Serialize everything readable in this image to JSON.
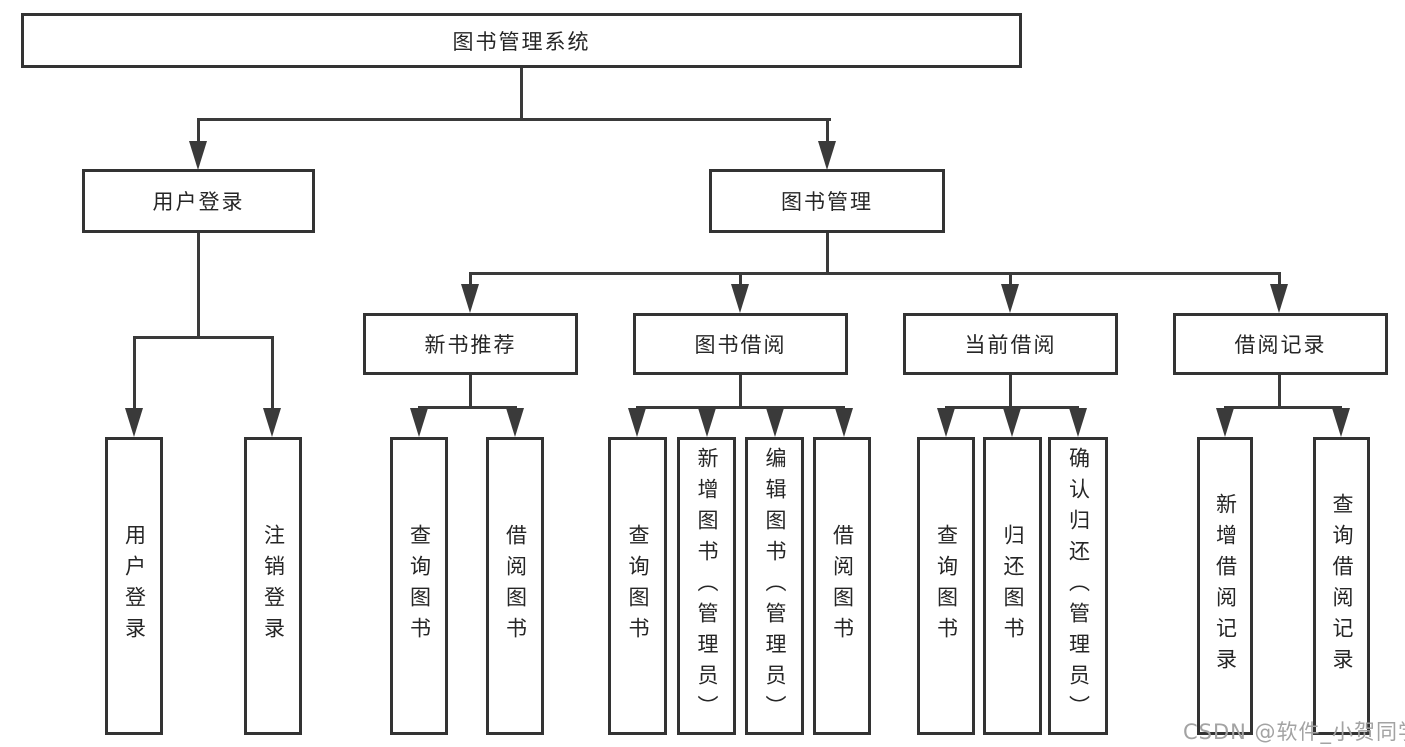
{
  "tree": {
    "root": {
      "label": "图书管理系统"
    },
    "branches": [
      {
        "label": "用户登录",
        "children": [
          {
            "label": "用户登录"
          },
          {
            "label": "注销登录"
          }
        ]
      },
      {
        "label": "图书管理",
        "children": [
          {
            "label": "新书推荐",
            "children": [
              {
                "label": "查询图书"
              },
              {
                "label": "借阅图书"
              }
            ]
          },
          {
            "label": "图书借阅",
            "children": [
              {
                "label": "查询图书"
              },
              {
                "label": "新增图书（管理员）"
              },
              {
                "label": "编辑图书（管理员）"
              },
              {
                "label": "借阅图书"
              }
            ]
          },
          {
            "label": "当前借阅",
            "children": [
              {
                "label": "查询图书"
              },
              {
                "label": "归还图书"
              },
              {
                "label": "确认归还（管理员）"
              }
            ]
          },
          {
            "label": "借阅记录",
            "children": [
              {
                "label": "新增借阅记录"
              },
              {
                "label": "查询借阅记录"
              }
            ]
          }
        ]
      }
    ]
  },
  "watermark": {
    "text": "CSDN @软件_小贺同学"
  },
  "colors": {
    "background": "#ffffff",
    "box_border": "#333333",
    "connector_line": "#3a3a3a",
    "label_text": "#262626",
    "watermark_text": "#a3a3a3"
  }
}
